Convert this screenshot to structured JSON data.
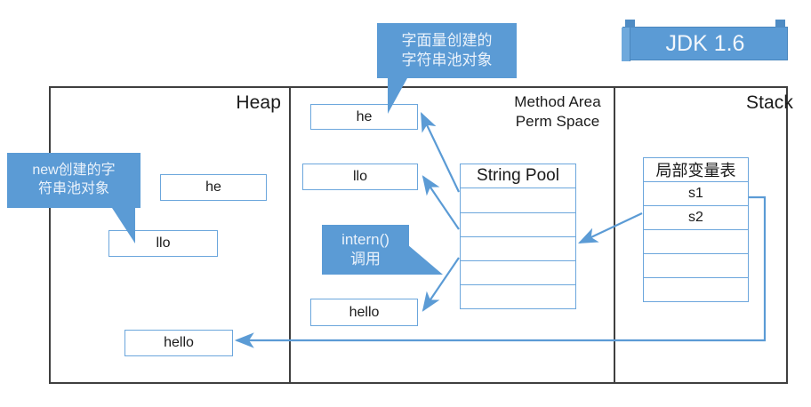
{
  "badge": {
    "label": "JDK 1.6",
    "color": "#5b9bd5"
  },
  "regions": {
    "heap_title": "Heap",
    "method_area_title": "Method Area\nPerm Space",
    "stack_title": "Stack"
  },
  "callouts": {
    "literal": "字面量创建的\n字符串池对象",
    "new_object": "new创建的字\n符串池对象",
    "intern": "intern()\n调用"
  },
  "heap_objects": [
    {
      "label": "he"
    },
    {
      "label": "llo"
    },
    {
      "label": "hello"
    }
  ],
  "method_area_objects": [
    {
      "label": "he"
    },
    {
      "label": "llo"
    },
    {
      "label": "hello"
    }
  ],
  "string_pool": {
    "header": "String Pool",
    "rows": [
      "",
      "",
      "",
      "",
      ""
    ]
  },
  "local_variable_table": {
    "header": "局部变量表",
    "rows": [
      "s1",
      "s2",
      "",
      "",
      ""
    ]
  },
  "colors": {
    "accent_blue": "#5b9bd5",
    "box_border": "#6ba6dc",
    "frame_line": "#3f3f3f",
    "text": "#1a1a1a"
  }
}
